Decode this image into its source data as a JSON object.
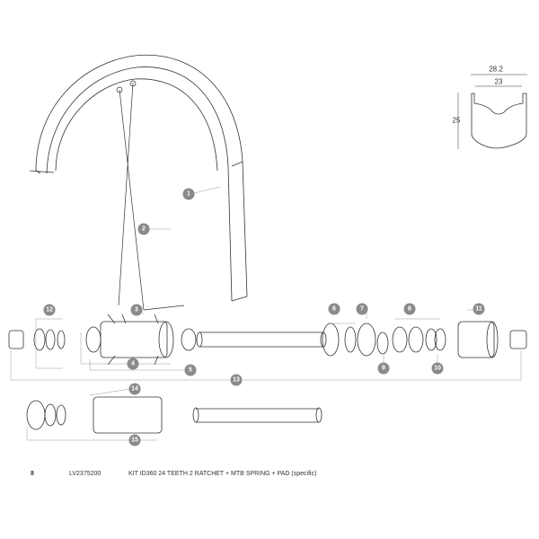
{
  "callouts": [
    "1",
    "2",
    "3",
    "4",
    "5",
    "6",
    "7",
    "8",
    "9",
    "10",
    "11",
    "12",
    "13",
    "14",
    "15"
  ],
  "rim_profile": {
    "outer_width": "28.2",
    "inner_width": "23",
    "height": "25"
  },
  "footer": {
    "page_number": "8",
    "part_code": "LV2375200",
    "description": "KIT ID360 24 TEETH 2 RATCHET + MTB SPRING + PAD (specific)"
  },
  "colors": {
    "line": "#333333",
    "callout": "#8a8a8a",
    "leader": "#999999"
  }
}
